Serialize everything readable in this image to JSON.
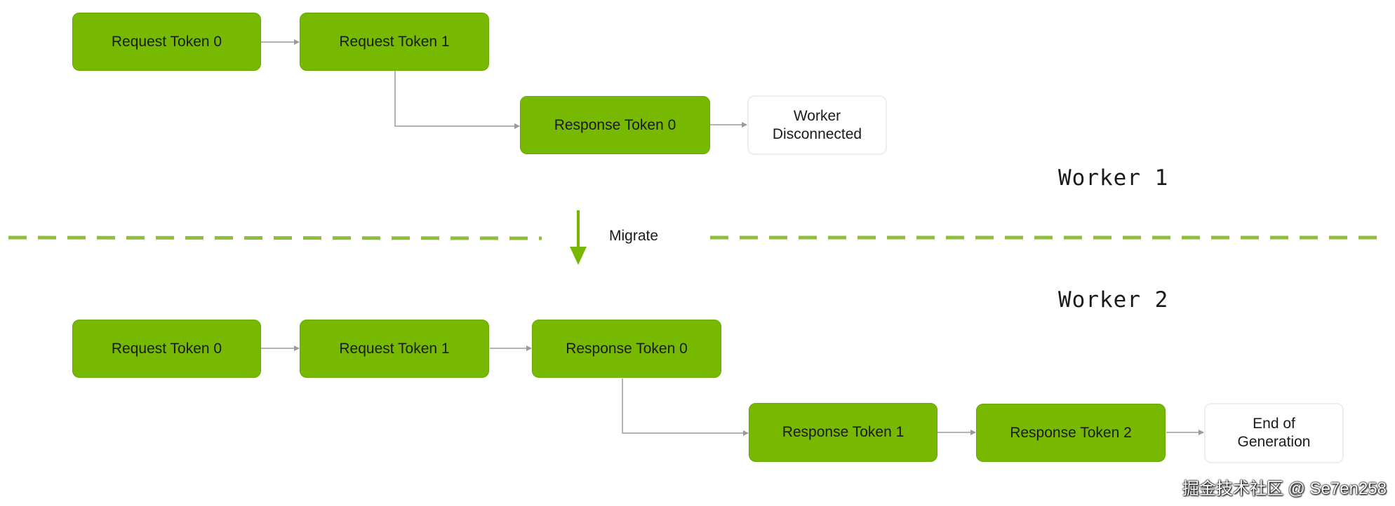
{
  "worker1": {
    "label": "Worker 1",
    "nodes": {
      "req0": "Request Token 0",
      "req1": "Request Token 1",
      "resp0": "Response Token 0",
      "disconnected": "Worker\nDisconnected"
    }
  },
  "migrate": {
    "label": "Migrate"
  },
  "worker2": {
    "label": "Worker 2",
    "nodes": {
      "req0": "Request Token 0",
      "req1": "Request Token 1",
      "resp0": "Response Token 0",
      "resp1": "Response Token 1",
      "resp2": "Response Token 2",
      "end": "End of\nGeneration"
    }
  },
  "watermark": "掘金技术社区 @ Se7en258",
  "colors": {
    "node_green": "#76b900",
    "divider_green": "#8fbe3a",
    "arrow_gray": "#9a9a9a"
  }
}
